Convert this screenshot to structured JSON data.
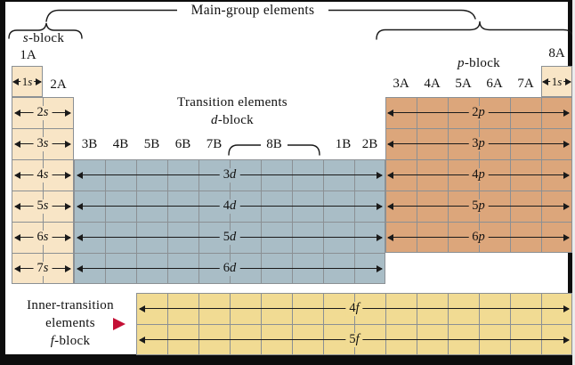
{
  "header": {
    "main_group": "Main-group elements",
    "s_block": {
      "letter": "s",
      "suffix": "-block"
    },
    "p_block": {
      "letter": "p",
      "suffix": "-block"
    },
    "group_1a": "1A",
    "group_2a": "2A",
    "group_8a": "8A",
    "groups_a": [
      "3A",
      "4A",
      "5A",
      "6A",
      "7A"
    ],
    "groups_b": [
      "3B",
      "4B",
      "5B",
      "6B",
      "7B"
    ],
    "group_8b": "8B",
    "groups_b2": [
      "1B",
      "2B"
    ]
  },
  "transition": {
    "title": "Transition elements",
    "d_block": {
      "letter": "d",
      "suffix": "-block"
    }
  },
  "inner_transition": {
    "line1": "Inner-transition",
    "line2": "elements",
    "f_block": {
      "letter": "f",
      "suffix": "-block"
    },
    "pointer_icon": "red-right-triangle"
  },
  "orbitals": {
    "s1": {
      "num": "1",
      "letter": "s"
    },
    "s1_8a": {
      "num": "1",
      "letter": "s"
    },
    "s_rows": [
      {
        "num": "2",
        "letter": "s"
      },
      {
        "num": "3",
        "letter": "s"
      },
      {
        "num": "4",
        "letter": "s"
      },
      {
        "num": "5",
        "letter": "s"
      },
      {
        "num": "6",
        "letter": "s"
      },
      {
        "num": "7",
        "letter": "s"
      }
    ],
    "d_rows": [
      {
        "num": "3",
        "letter": "d"
      },
      {
        "num": "4",
        "letter": "d"
      },
      {
        "num": "5",
        "letter": "d"
      },
      {
        "num": "6",
        "letter": "d"
      }
    ],
    "p_rows": [
      {
        "num": "2",
        "letter": "p"
      },
      {
        "num": "3",
        "letter": "p"
      },
      {
        "num": "4",
        "letter": "p"
      },
      {
        "num": "5",
        "letter": "p"
      },
      {
        "num": "6",
        "letter": "p"
      }
    ],
    "f_rows": [
      {
        "num": "4",
        "letter": "f"
      },
      {
        "num": "5",
        "letter": "f"
      }
    ]
  },
  "colors": {
    "s_block_fill": "#f8e5c6",
    "d_block_fill": "#a9bdc6",
    "p_block_fill": "#dca67b",
    "f_block_fill": "#f1db93",
    "grid_line": "#8b9094",
    "frame": "#0d0d0d",
    "pointer_red": "#c41036"
  }
}
